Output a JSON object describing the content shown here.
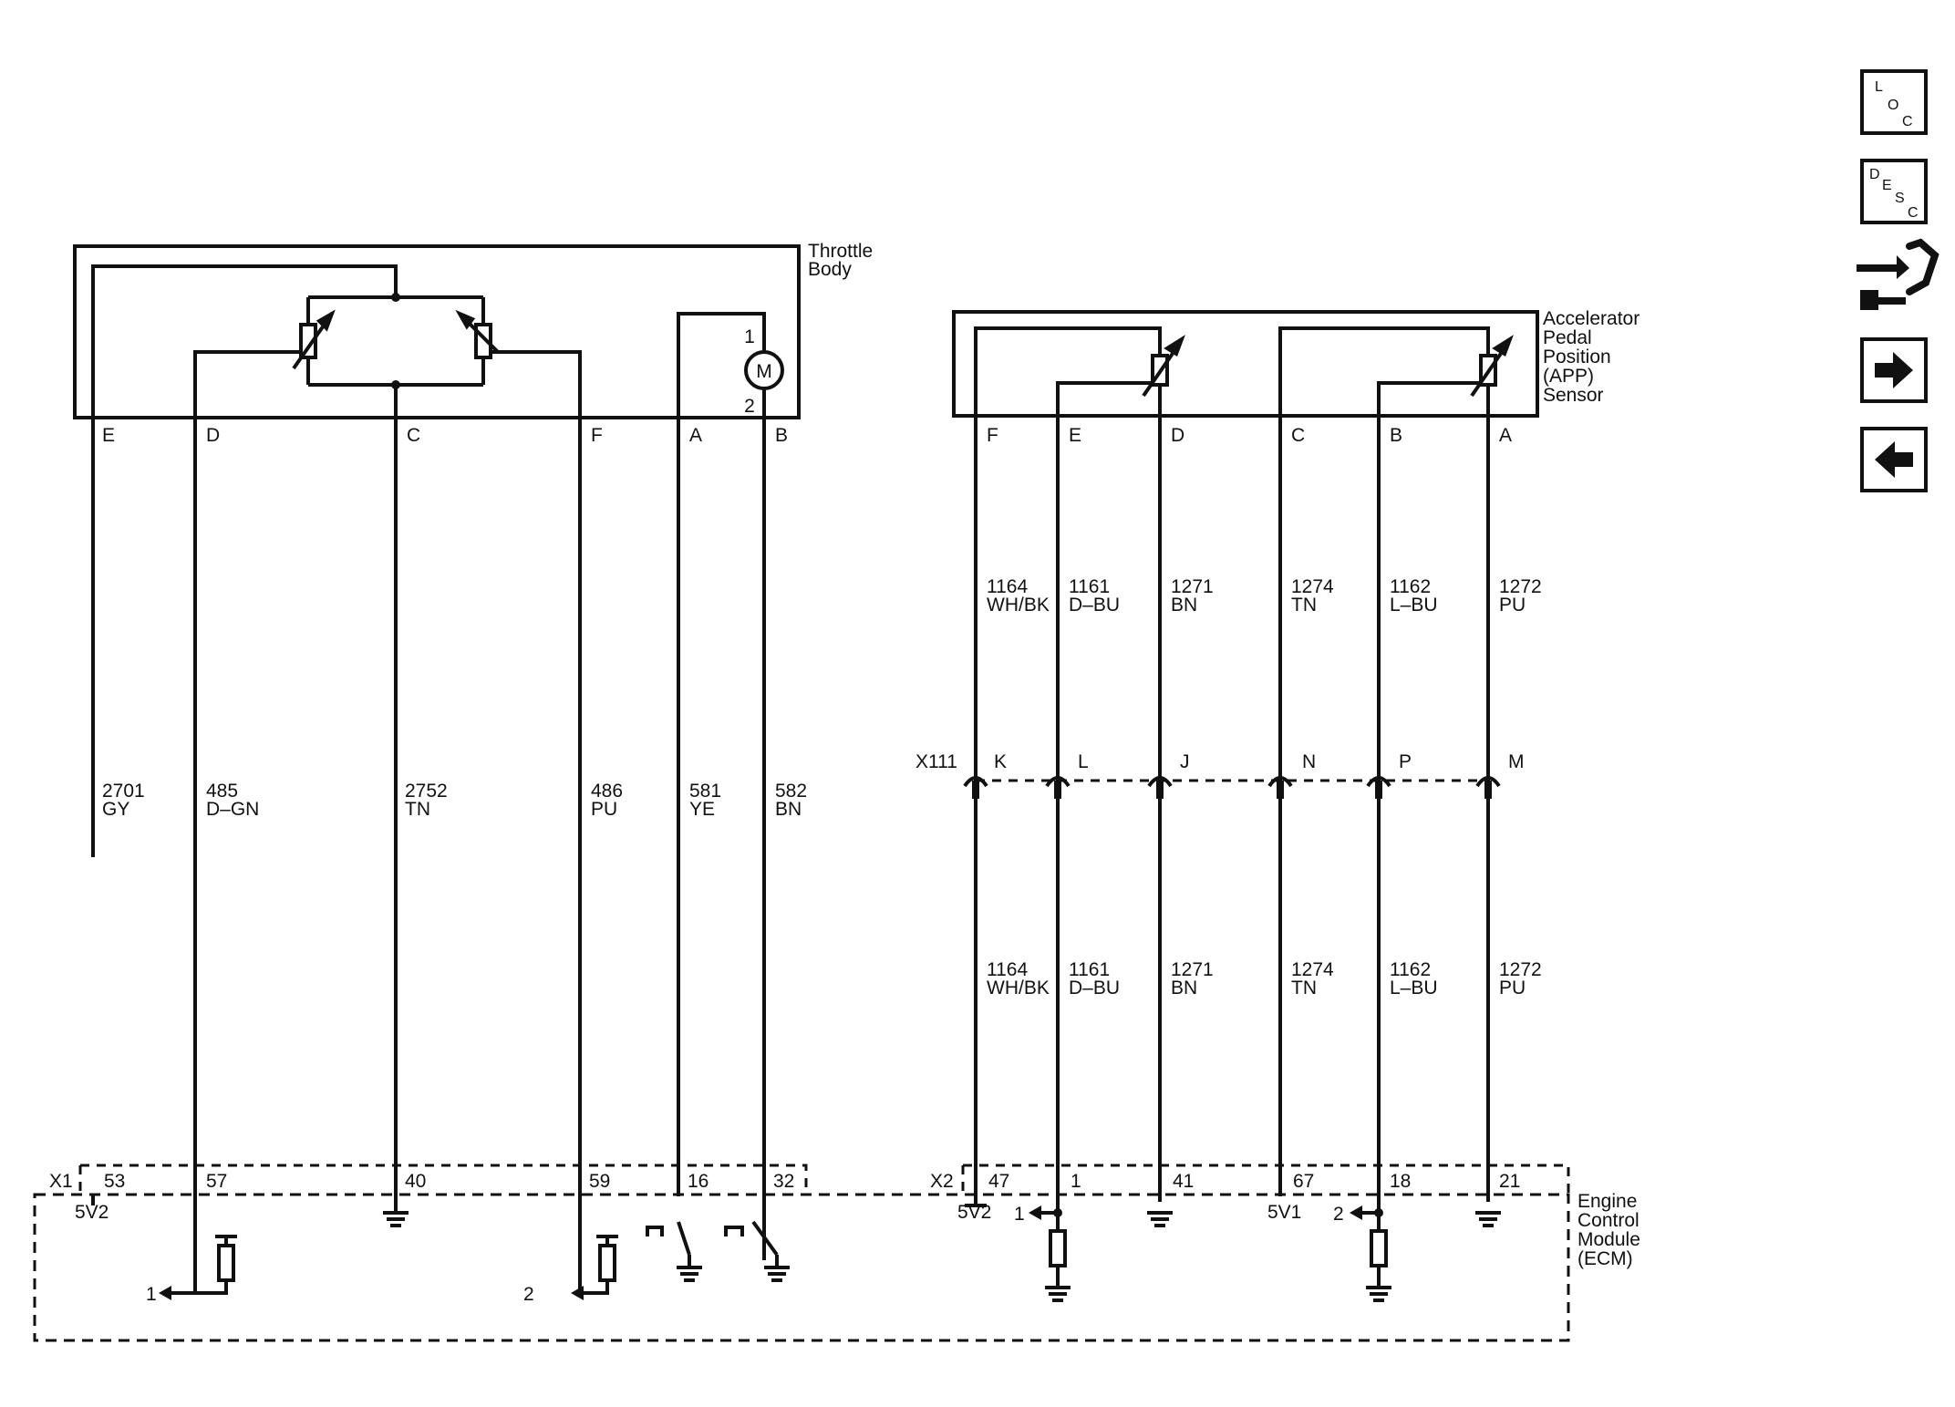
{
  "throttle_body": {
    "title_line1": "Throttle",
    "title_line2": "Body",
    "motor_label": "M",
    "motor_pin1": "1",
    "motor_pin2": "2",
    "wires": [
      {
        "pin": "E",
        "circuit": "2701",
        "color": "GY",
        "ecm_pin": "53"
      },
      {
        "pin": "D",
        "circuit": "485",
        "color": "D–GN",
        "ecm_pin": "57"
      },
      {
        "pin": "C",
        "circuit": "2752",
        "color": "TN",
        "ecm_pin": "40"
      },
      {
        "pin": "F",
        "circuit": "486",
        "color": "PU",
        "ecm_pin": "59"
      },
      {
        "pin": "A",
        "circuit": "581",
        "color": "YE",
        "ecm_pin": "16"
      },
      {
        "pin": "B",
        "circuit": "582",
        "color": "BN",
        "ecm_pin": "32"
      }
    ]
  },
  "app_sensor": {
    "title_lines": [
      "Accelerator",
      "Pedal",
      "Position",
      "(APP)",
      "Sensor"
    ],
    "inline_connector": "X111",
    "wires": [
      {
        "pin": "F",
        "circuit": "1164",
        "color": "WH/BK",
        "x111_pin": "K",
        "ecm_pin": "47"
      },
      {
        "pin": "E",
        "circuit": "1161",
        "color": "D–BU",
        "x111_pin": "L",
        "ecm_pin": "1"
      },
      {
        "pin": "D",
        "circuit": "1271",
        "color": "BN",
        "x111_pin": "J",
        "ecm_pin": "41"
      },
      {
        "pin": "C",
        "circuit": "1274",
        "color": "TN",
        "x111_pin": "N",
        "ecm_pin": "67"
      },
      {
        "pin": "B",
        "circuit": "1162",
        "color": "L–BU",
        "x111_pin": "P",
        "ecm_pin": "18"
      },
      {
        "pin": "A",
        "circuit": "1272",
        "color": "PU",
        "x111_pin": "M",
        "ecm_pin": "21"
      }
    ]
  },
  "ecm": {
    "title_lines": [
      "Engine",
      "Control",
      "Module",
      "(ECM)"
    ],
    "connector_x1": "X1",
    "connector_x2": "X2",
    "ref_5v2_left": "5V2",
    "ref_5v2_right": "5V2",
    "ref_5v1": "5V1",
    "signal_1_left": "1",
    "signal_2_left": "2",
    "signal_1_right": "1",
    "signal_2_right": "2"
  },
  "nav": {
    "loc": [
      "L",
      "O",
      "C"
    ],
    "desc": [
      "D",
      "E",
      "S",
      "C"
    ],
    "connector_icon": "connector-end-view-icon",
    "next_icon": "right-arrow-icon",
    "prev_icon": "left-arrow-icon"
  }
}
